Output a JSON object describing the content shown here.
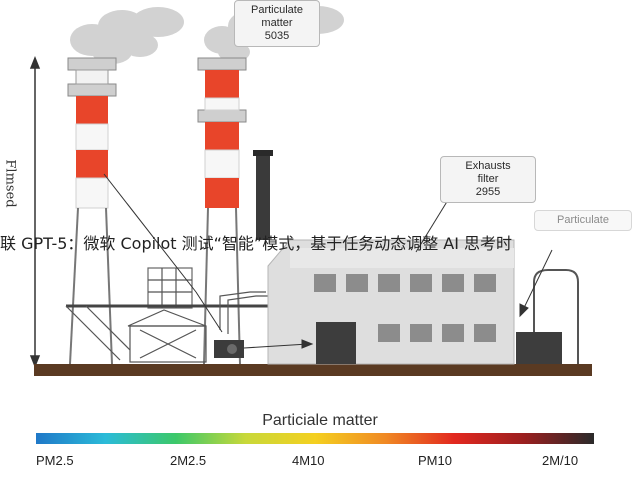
{
  "callouts": {
    "particulate": {
      "line1": "Particulate",
      "line2": "matter",
      "line3": "5035"
    },
    "exhaust_filter": {
      "line1": "Exhausts",
      "line2": "filter",
      "line3": "2955"
    },
    "particulate_right": {
      "line1": "Particulate",
      "line2": "",
      "line3": ""
    }
  },
  "axis": {
    "y_label": "Flmsed"
  },
  "banner": {
    "text": "联 GPT-5：微软 Copilot 测试“智能”模式，基于任务动态调整 AI 思考时"
  },
  "legend": {
    "title": "Particiale matter",
    "ticks": [
      "PM2.5",
      "2M2.5",
      "4M10",
      "PM10",
      "2M/10"
    ],
    "gradient": [
      "#1f78c8",
      "#2bbbd8",
      "#3cc86a",
      "#c8d83a",
      "#f4d020",
      "#f08a24",
      "#e2281f",
      "#9a1f1f",
      "#2a2a2a"
    ]
  },
  "colors": {
    "stack_red": "#e8452a",
    "ground": "#5a3a22",
    "building": "#d9d9d9"
  }
}
